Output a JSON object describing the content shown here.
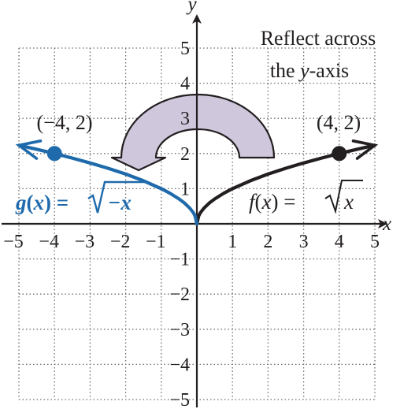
{
  "chart_data": {
    "type": "line",
    "xlim": [
      -5,
      5
    ],
    "ylim": [
      -5,
      5
    ],
    "grid": true,
    "xlabel": "x",
    "ylabel": "y",
    "xticks": [
      "−5",
      "−4",
      "−3",
      "−2",
      "−1",
      "1",
      "2",
      "3",
      "4",
      "5"
    ],
    "yticks": [
      "5",
      "4",
      "3",
      "2",
      "1",
      "−1",
      "−2",
      "−3",
      "−4",
      "−5"
    ],
    "series": [
      {
        "label": {
          "name": "f",
          "var": "x",
          "eq": " = ",
          "rad": "x"
        },
        "color": "#231f20",
        "x": [
          0,
          0.05,
          0.1,
          0.2,
          0.35,
          0.5,
          0.75,
          1,
          1.5,
          2,
          2.5,
          3,
          3.5,
          4,
          4.5,
          5
        ],
        "y": [
          0,
          0.224,
          0.316,
          0.447,
          0.592,
          0.707,
          0.866,
          1,
          1.225,
          1.414,
          1.581,
          1.732,
          1.871,
          2,
          2.121,
          2.236
        ],
        "point": {
          "x": 4,
          "y": 2,
          "label": "(4, 2)"
        }
      },
      {
        "label": {
          "name": "g",
          "var": "x",
          "eq": " =",
          "rad": "−x"
        },
        "color": "#1f6aab",
        "x": [
          0,
          -0.05,
          -0.1,
          -0.2,
          -0.35,
          -0.5,
          -0.75,
          -1,
          -1.5,
          -2,
          -2.5,
          -3,
          -3.5,
          -4,
          -4.5,
          -5
        ],
        "y": [
          0,
          0.224,
          0.316,
          0.447,
          0.592,
          0.707,
          0.866,
          1,
          1.225,
          1.414,
          1.581,
          1.732,
          1.871,
          2,
          2.121,
          2.236
        ],
        "point": {
          "x": -4,
          "y": 2,
          "label": "(−4, 2)"
        }
      }
    ],
    "annotation": {
      "line1": "Reflect across",
      "line2_pre": "the ",
      "line2_var": "y",
      "line2_post": "-axis"
    },
    "arrow_fill": "#cfc8dd"
  }
}
